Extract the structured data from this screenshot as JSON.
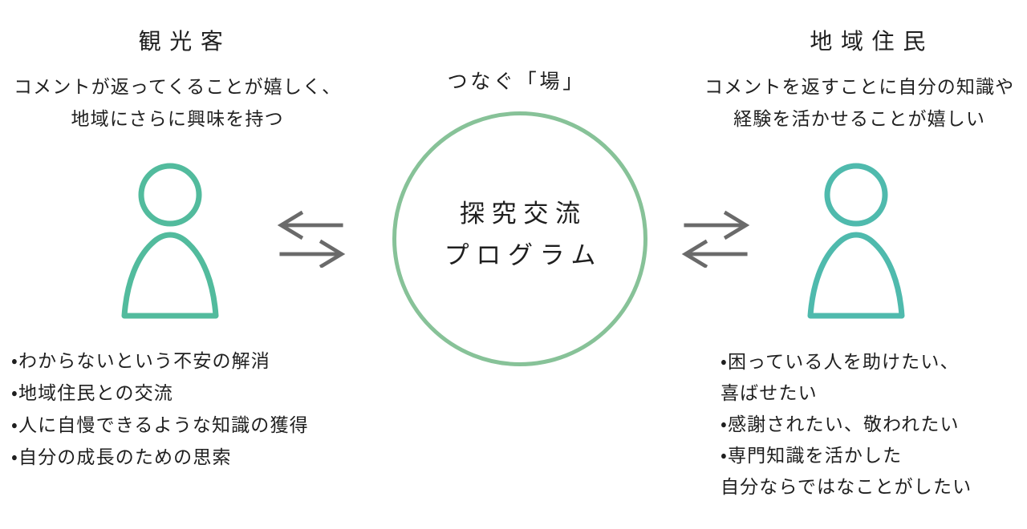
{
  "colors": {
    "text": "#1f1f1f",
    "circle": "#87c298",
    "person_left": "#52bb9d",
    "person_right": "#4fbaad",
    "arrow": "#6a6a6a"
  },
  "icons": {
    "person_left": "person-outline-icon",
    "person_right": "person-outline-icon",
    "arrows_left": "two-way-exchange-arrows",
    "arrows_right": "two-way-exchange-arrows"
  },
  "left": {
    "title": "観光客",
    "description": [
      "コメントが返ってくることが嬉しく、",
      "地域にさらに興味を持つ"
    ],
    "bullets": [
      "・わからないという不安の解消",
      "・地域住民との交流",
      "・人に自慢できるような知識の獲得",
      "・自分の成長のための思索"
    ]
  },
  "center": {
    "label": "つなぐ「場」",
    "circle_lines": [
      "探究交流",
      "プログラム"
    ]
  },
  "right": {
    "title": "地域住民",
    "description": [
      "コメントを返すことに自分の知識や",
      "経験を活かせることが嬉しい"
    ],
    "bullets": [
      "・困っている人を助けたい、",
      "喜ばせたい",
      "・感謝されたい、敬われたい",
      "・専門知識を活かした",
      "自分ならではなことがしたい"
    ]
  }
}
